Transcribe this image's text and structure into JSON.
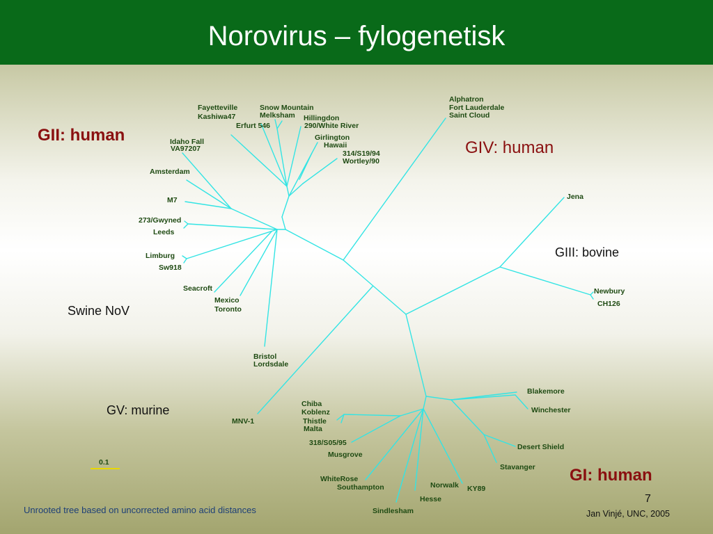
{
  "title": "Norovirus – fylogenetisk",
  "groups": {
    "gii": "GII: human",
    "giv": "GIV: human",
    "giii": "GIII: bovine",
    "swine": "Swine NoV",
    "gv": "GV: murine",
    "gi": "GI: human"
  },
  "leaves": {
    "fayetteville": "Fayetteville",
    "kashiwa47": "Kashiwa47",
    "snow_mountain": "Snow Mountain",
    "melksham": "Melksham",
    "hillingdon": "Hillingdon",
    "erfurt546": "Erfurt 546",
    "white_river": "290/White River",
    "girlington": "Girlington",
    "hawaii": "Hawaii",
    "s19_94": "314/S19/94",
    "wortley": "Wortley/90",
    "idaho_fall": "Idaho Fall",
    "va97207": "VA97207",
    "amsterdam": "Amsterdam",
    "m7": "M7",
    "gwyned": "273/Gwyned",
    "leeds": "Leeds",
    "limburg": "Limburg",
    "sw918": "Sw918",
    "seacroft": "Seacroft",
    "mexico": "Mexico",
    "toronto": "Toronto",
    "bristol": "Bristol",
    "lordsdale": "Lordsdale",
    "alphatron": "Alphatron",
    "fort_lauderdale": "Fort Lauderdale",
    "saint_cloud": "Saint Cloud",
    "jena": "Jena",
    "newbury": "Newbury",
    "ch126": "CH126",
    "mnv1": "MNV-1",
    "blakemore": "Blakemore",
    "winchester": "Winchester",
    "desert_shield": "Desert Shield",
    "stavanger": "Stavanger",
    "chiba": "Chiba",
    "koblenz": "Koblenz",
    "thistle": "Thistle",
    "malta": "Malta",
    "s05_95": "318/S05/95",
    "musgrove": "Musgrove",
    "whiterose": "WhiteRose",
    "southampton": "Southampton",
    "norwalk": "Norwalk",
    "ky89": "KY89",
    "hesse": "Hesse",
    "sindlesham": "Sindlesham"
  },
  "scale": "0.1",
  "footer": "Unrooted tree based on uncorrected amino acid distances",
  "credit": "Jan Vinjé, UNC,  2005",
  "page_number": "7",
  "colors": {
    "title_bar": "#096a19",
    "branch": "#33e4e4",
    "scale_bar": "#e8d800",
    "leaf_text": "#1e4a12",
    "group_red": "#8a1010"
  }
}
